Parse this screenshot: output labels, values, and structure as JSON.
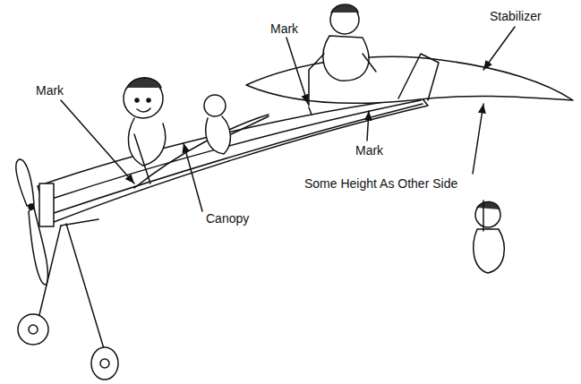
{
  "diagram": {
    "labels": [
      "Mark",
      "Stabilizer",
      "Mark",
      "Mark",
      "Some Height As Other Side",
      "Canopy"
    ]
  }
}
